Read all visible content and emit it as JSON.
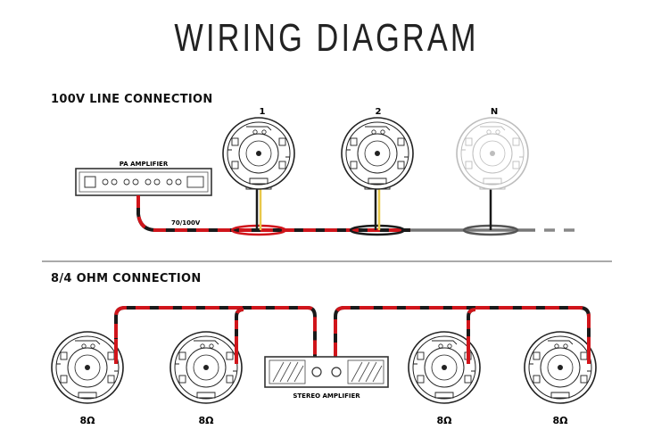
{
  "title": "WIRING DIAGRAM",
  "section_100v": {
    "heading": "100V LINE CONNECTION",
    "amplifier_label": "PA AMPLIFIER",
    "line_label": "70/100V",
    "speakers": [
      {
        "label": "1"
      },
      {
        "label": "2"
      },
      {
        "label": "N"
      }
    ]
  },
  "section_ohm": {
    "heading": "8/4 OHM CONNECTION",
    "amplifier_label": "STEREO AMPLIFIER",
    "speakers": [
      {
        "label": "8Ω"
      },
      {
        "label": "8Ω"
      },
      {
        "label": "8Ω"
      },
      {
        "label": "8Ω"
      }
    ]
  },
  "colors": {
    "wire_red": "#d0151b",
    "wire_black": "#1a1a1a",
    "wire_yellow": "#e8c84a",
    "faded_speaker": "#bdbdbd",
    "divider": "#555555"
  }
}
